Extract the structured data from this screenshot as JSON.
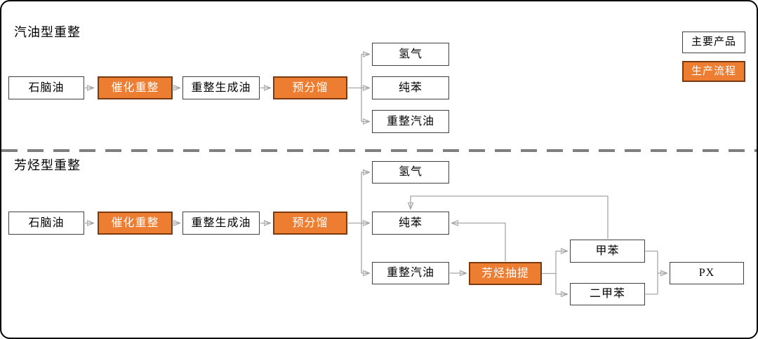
{
  "legend": {
    "main_product_label": "主要产品",
    "production_process_label": "生产流程"
  },
  "colors": {
    "process_fill": "#ED7D31",
    "process_border": "#7A3A10",
    "product_fill": "#FFFFFF",
    "product_border": "#404040",
    "connector": "#A6A6A6",
    "divider": "#7F7F7F"
  },
  "sections": [
    {
      "title": "汽油型重整",
      "nodes": {
        "naphtha": "石脑油",
        "catalytic_reforming": "催化重整",
        "reformate": "重整生成油",
        "prefractionation": "预分馏",
        "hydrogen": "氢气",
        "benzene": "纯苯",
        "reformed_gasoline": "重整汽油"
      }
    },
    {
      "title": "芳烃型重整",
      "nodes": {
        "naphtha": "石脑油",
        "catalytic_reforming": "催化重整",
        "reformate": "重整生成油",
        "prefractionation": "预分馏",
        "hydrogen": "氢气",
        "benzene": "纯苯",
        "reformed_gasoline": "重整汽油",
        "aromatics_extraction": "芳烃抽提",
        "toluene": "甲苯",
        "xylene": "二甲苯",
        "px": "PX"
      }
    }
  ]
}
